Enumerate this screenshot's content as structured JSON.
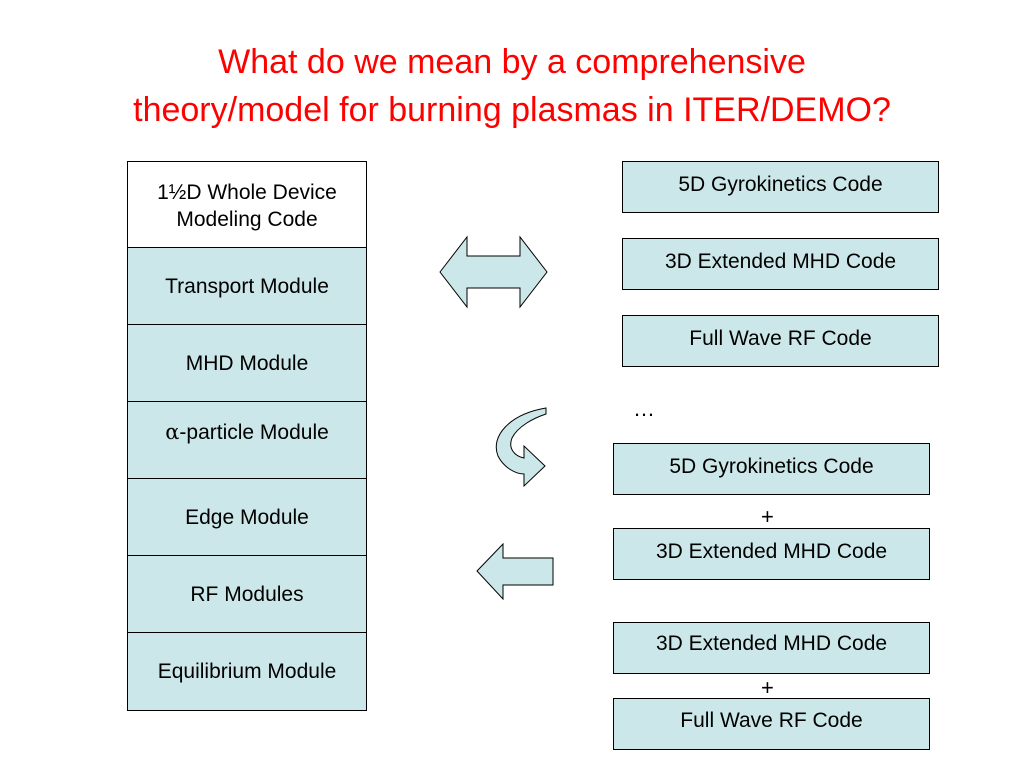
{
  "title": {
    "line1": "What do we mean by a comprehensive",
    "line2": "theory/model for burning plasmas in ITER/DEMO?"
  },
  "whole_device": {
    "header_line1": "1½D Whole Device",
    "header_line2": "Modeling Code",
    "modules": [
      "Transport Module",
      "MHD Module",
      "-particle Module",
      "Edge Module",
      "RF Modules",
      "Equilibrium Module"
    ],
    "alpha_symbol": "α"
  },
  "codes": {
    "gyrokinetics_1": "5D Gyrokinetics Code",
    "mhd_1": "3D Extended MHD Code",
    "rf_1": "Full Wave RF Code",
    "ellipsis": "…",
    "gyrokinetics_2": "5D Gyrokinetics Code",
    "plus_1": "+",
    "mhd_2": "3D Extended MHD Code",
    "mhd_3": "3D Extended MHD Code",
    "plus_2": "+",
    "rf_2": "Full Wave RF Code"
  },
  "colors": {
    "title": "#ff0000",
    "box_fill": "#cce7e9",
    "border": "#000000"
  },
  "icons": [
    "double-arrow-icon",
    "curved-arrow-icon",
    "left-arrow-icon"
  ]
}
